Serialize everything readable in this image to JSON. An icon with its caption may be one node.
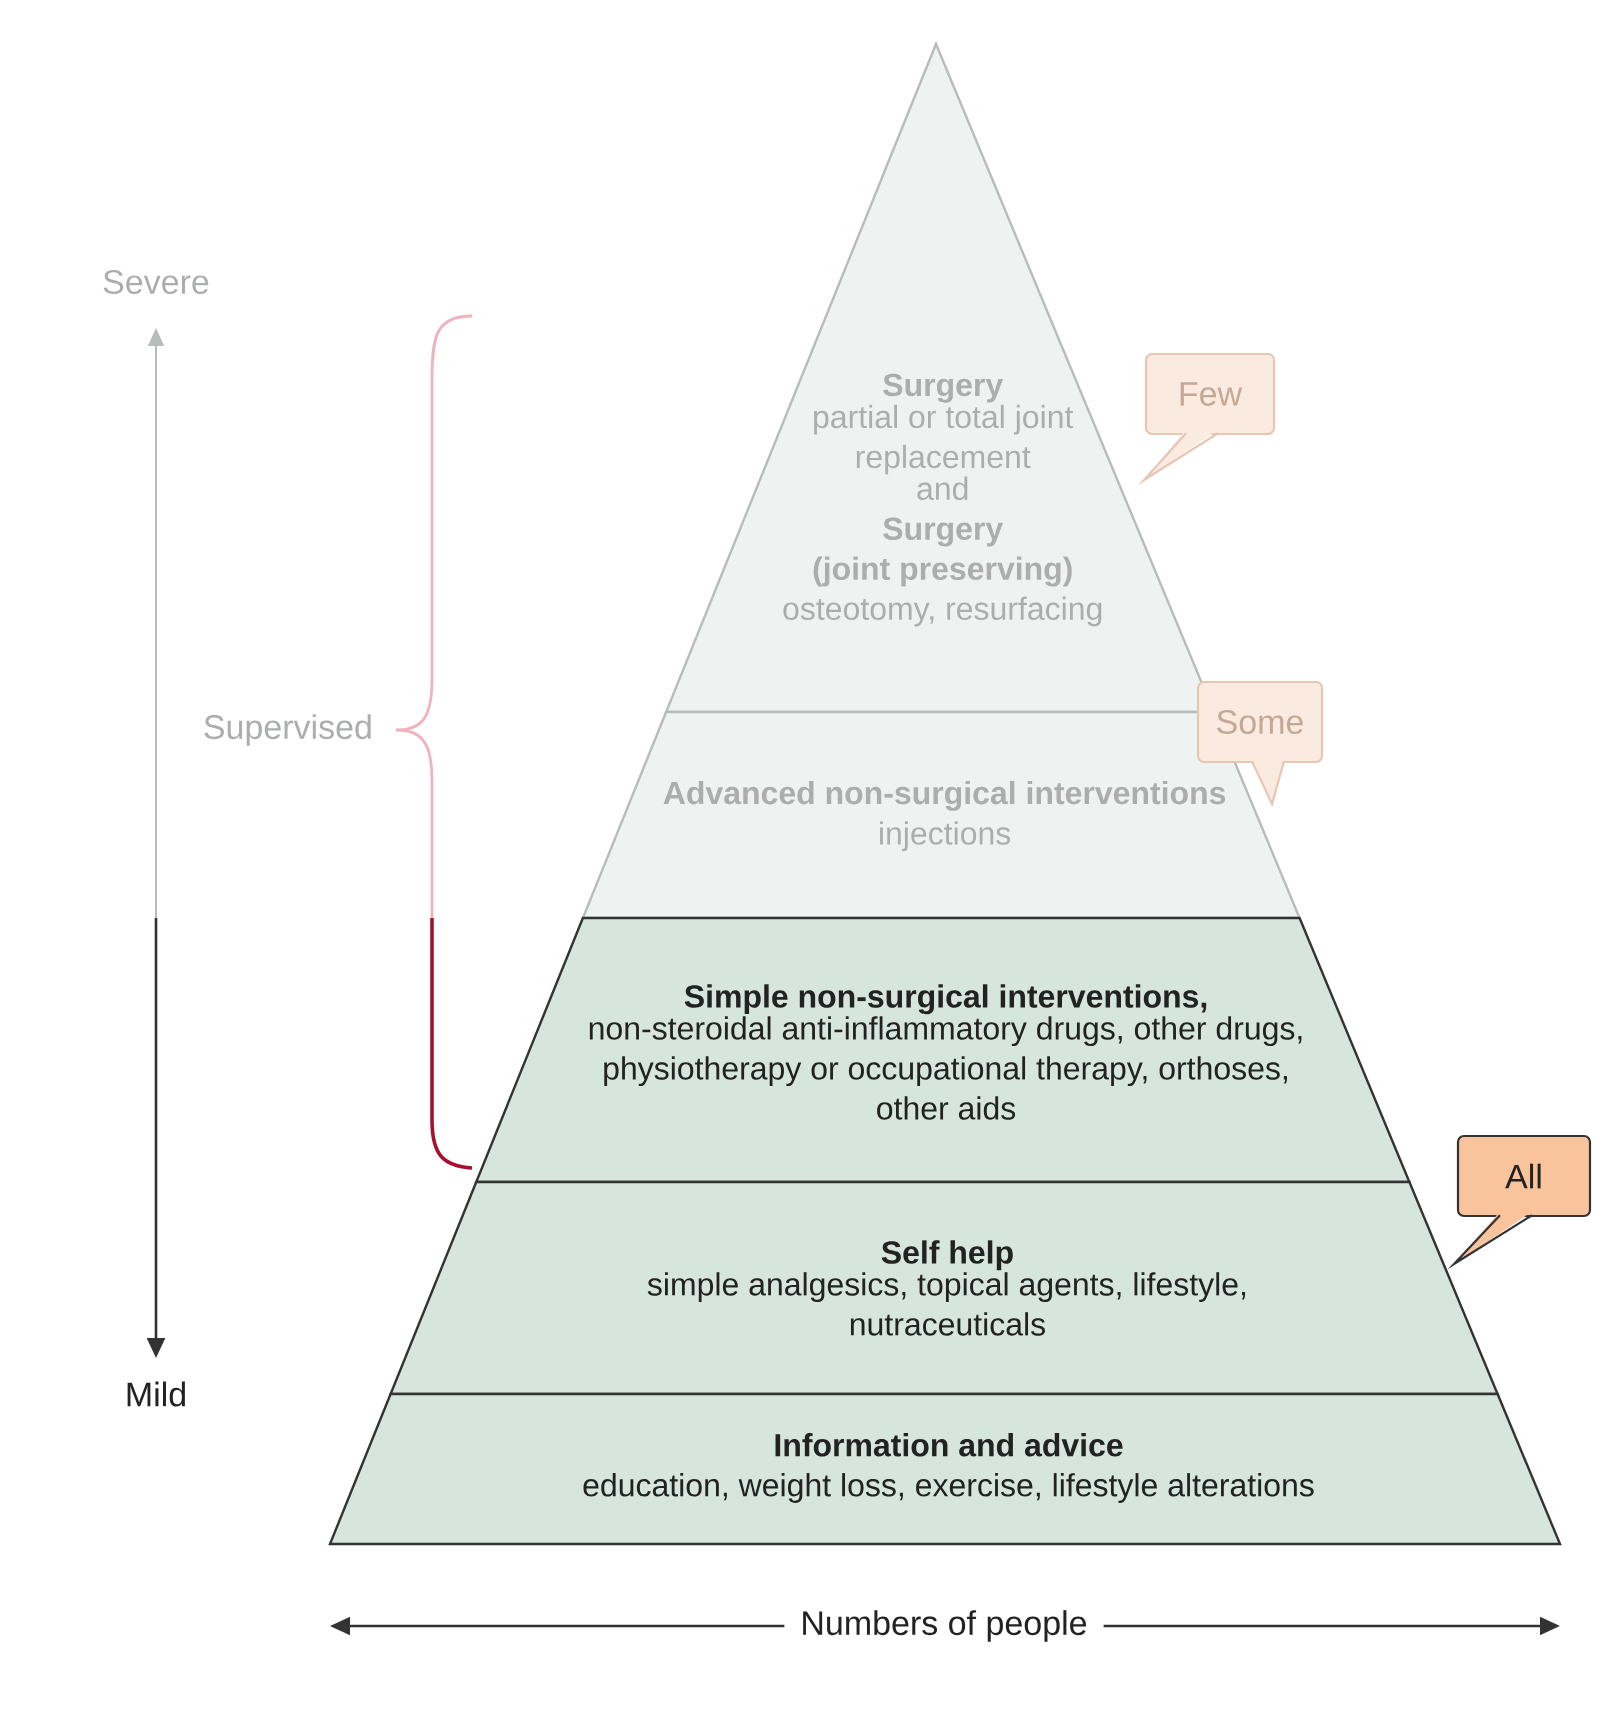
{
  "diagram": {
    "nodes": [
      {
        "text": [
          "Surgery",
          "partial or total joint replacement",
          "and",
          "Surgery",
          "(joint preserving)",
          "osteotomy, resurfacing"
        ]
      },
      {
        "text": [
          "Advanced non-surgical interventions",
          "injections"
        ]
      },
      {
        "text": [
          "Simple non-surgical interventions,",
          "non-steroidal anti-inflammatory drugs, other drugs, physiotherapy or occupational therapy, orthoses, other aids"
        ]
      },
      {
        "text": [
          "Self help",
          "simple analgesics, topical agents, lifestyle, nutraceuticals"
        ]
      },
      {
        "text": [
          "Information and advice",
          "education, weight loss, exercise, lifestyle alterations"
        ]
      },
      {
        "text": [
          "Few"
        ]
      },
      {
        "text": [
          "Some"
        ]
      },
      {
        "text": [
          "All"
        ]
      }
    ],
    "labels": [
      "Severe",
      "Supervised",
      "Mild",
      "Numbers of people"
    ]
  }
}
